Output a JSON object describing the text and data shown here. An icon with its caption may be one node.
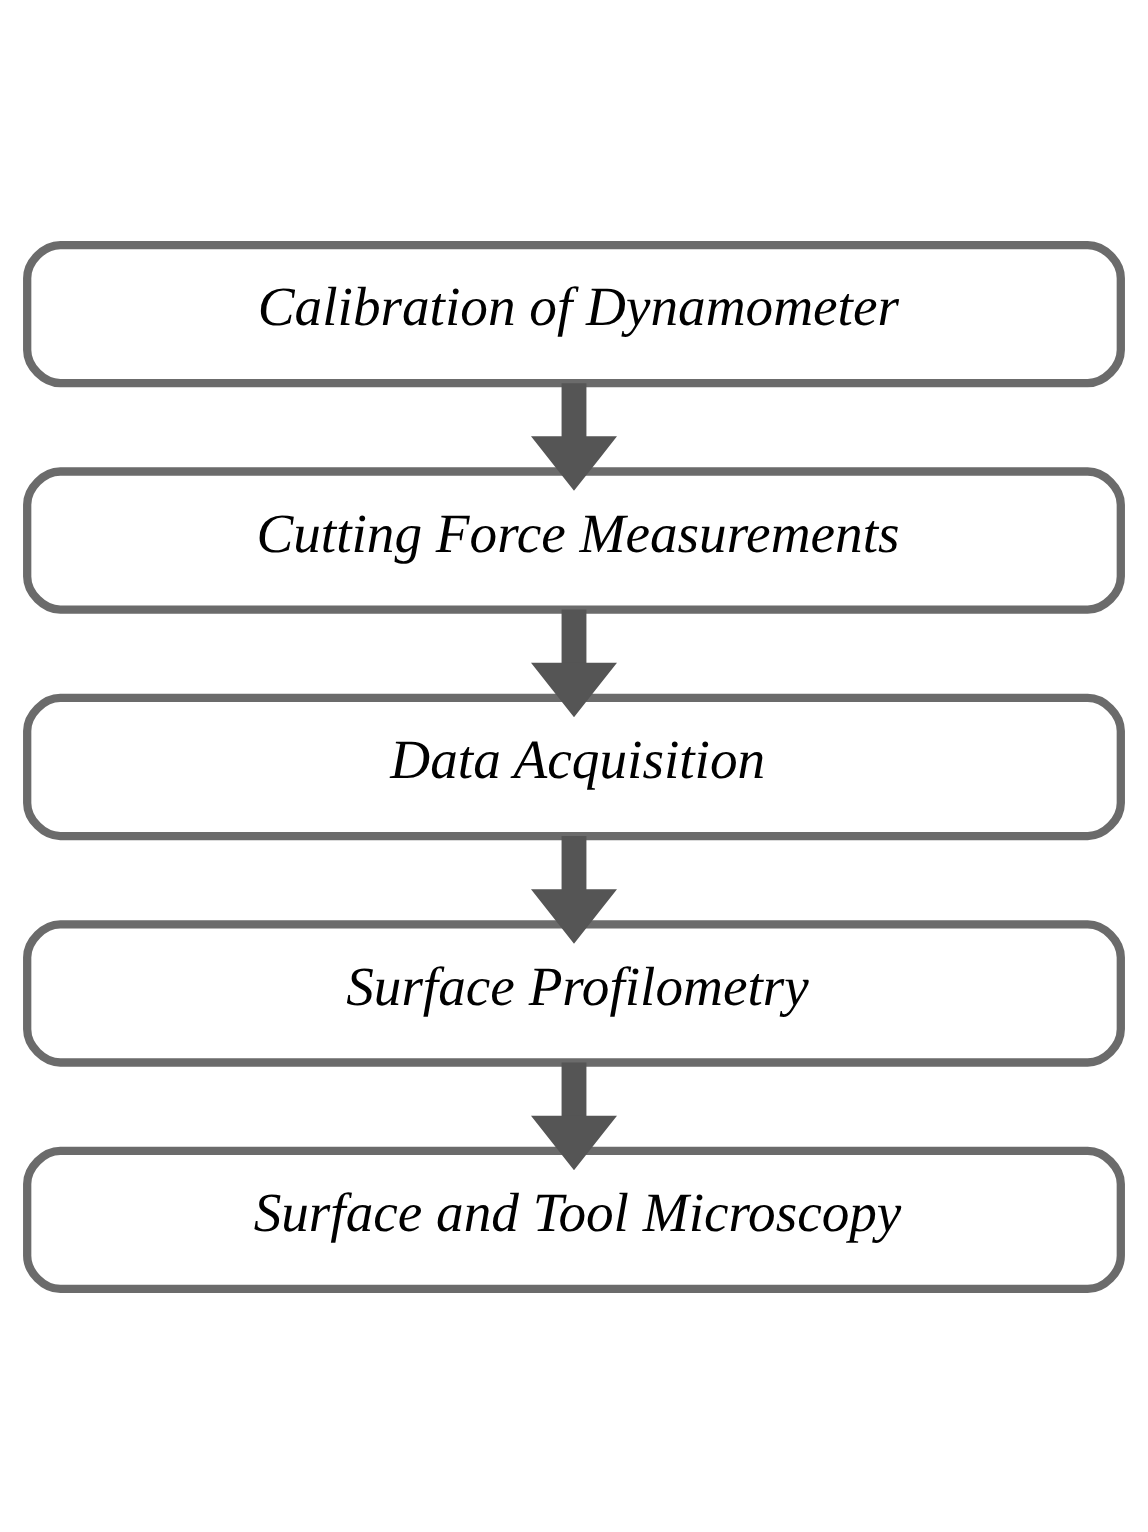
{
  "diagram": {
    "nodes": [
      {
        "text": [
          "Calibration of Dynamometer"
        ]
      },
      {
        "text": [
          "Cutting Force Measurements"
        ]
      },
      {
        "text": [
          "Data Acquisition"
        ]
      },
      {
        "text": [
          "Surface Profilometry"
        ]
      },
      {
        "text": [
          "Surface and Tool Microscopy"
        ]
      }
    ],
    "edges": [
      {
        "from": 0,
        "to": 1,
        "arrow": "to"
      },
      {
        "from": 1,
        "to": 2,
        "arrow": "to"
      },
      {
        "from": 2,
        "to": 3,
        "arrow": "to"
      },
      {
        "from": 3,
        "to": 4,
        "arrow": "to"
      }
    ]
  }
}
